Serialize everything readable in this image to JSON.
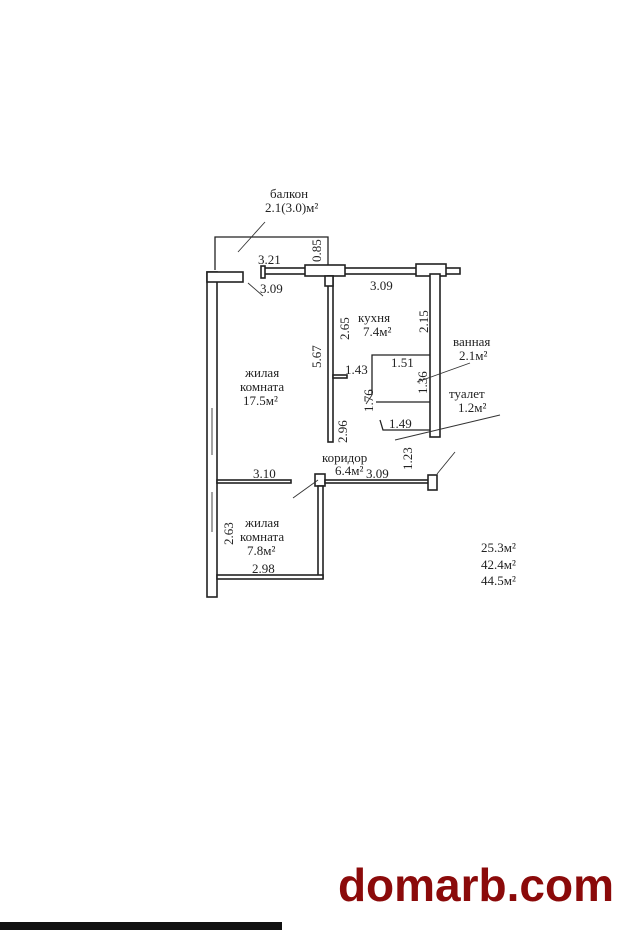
{
  "plan": {
    "balcony": {
      "label": "балкон",
      "area": "2.1(3.0)м²"
    },
    "kitchen": {
      "label": "кухня",
      "area": "7.4м²"
    },
    "bathroom": {
      "label": "ванная",
      "area": "2.1м²"
    },
    "toilet": {
      "label": "туалет",
      "area": "1.2м²"
    },
    "living_room_1": {
      "label1": "жилая",
      "label2": "комната",
      "area": "17.5м²"
    },
    "living_room_2": {
      "label1": "жилая",
      "label2": "комната",
      "area": "7.8м²"
    },
    "corridor": {
      "label": "коридор",
      "area": "6.4м²"
    },
    "dimensions": [
      "3.21",
      "0.85",
      "3.09",
      "3.09",
      "2.65",
      "2.15",
      "5.67",
      "1.43",
      "1.51",
      "1.36",
      "1.76",
      "1.49",
      "2.96",
      "1.23",
      "3.10",
      "3.09",
      "2.63",
      "2.98"
    ],
    "totals": [
      "25.3м²",
      "42.4м²",
      "44.5м²"
    ]
  },
  "watermark": "domarb.com",
  "colors": {
    "watermark": "#8b0a0a"
  }
}
